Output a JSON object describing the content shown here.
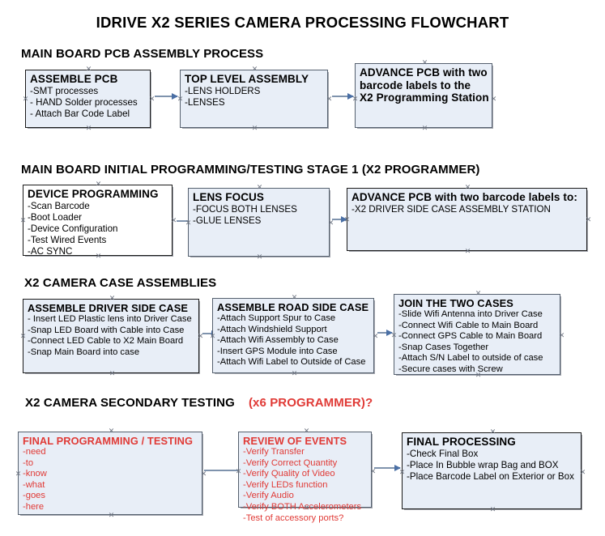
{
  "document": {
    "title": "IDRIVE X2  SERIES CAMERA PROCESSING FLOWCHART",
    "accent_red": "#e03a36",
    "box_fill": "#e8eef7",
    "box_border": "#1a1a1a",
    "arrow_color": "#7f93ad"
  },
  "sections": [
    {
      "id": "main-board-pcb-assembly",
      "heading": "MAIN BOARD PCB ASSEMBLY PROCESS",
      "heading_suffix": "",
      "boxes": [
        {
          "id": "assemble-pcb",
          "title": "ASSEMBLE PCB",
          "lines": [
            "-SMT processes",
            "- HAND Solder processes",
            "- Attach Bar Code Label"
          ]
        },
        {
          "id": "top-level-assembly",
          "title": "TOP LEVEL ASSEMBLY",
          "lines": [
            "-LENS HOLDERS",
            "-LENSES"
          ]
        },
        {
          "id": "advance-pcb-to-x2-programming-station",
          "title": "ADVANCE PCB with two",
          "lines": [
            "barcode labels to the",
            " X2 Programming Station"
          ]
        }
      ]
    },
    {
      "id": "main-board-initial-programming",
      "heading": "MAIN BOARD INITIAL PROGRAMMING/TESTING STAGE 1 (X2 PROGRAMMER)",
      "heading_suffix": "",
      "boxes": [
        {
          "id": "device-programming",
          "title": "DEVICE PROGRAMMING",
          "lines": [
            "-Scan Barcode",
            "-Boot Loader",
            "-Device Configuration",
            "-Test Wired Events",
            "-AC SYNC"
          ]
        },
        {
          "id": "lens-focus",
          "title": "LENS FOCUS",
          "lines": [
            "-FOCUS BOTH LENSES",
            "-GLUE LENSES"
          ]
        },
        {
          "id": "advance-pcb-to-driver-side-case",
          "title": "ADVANCE PCB with two barcode labels to:",
          "lines": [
            "-X2 DRIVER  SIDE  CASE  ASSEMBLY STATION"
          ]
        }
      ]
    },
    {
      "id": "x2-camera-case-assemblies",
      "heading": "X2 CAMERA CASE ASSEMBLIES",
      "heading_suffix": "",
      "boxes": [
        {
          "id": "assemble-driver-side-case",
          "title": "ASSEMBLE DRIVER SIDE CASE",
          "lines": [
            "- Insert LED Plastic lens into Driver Case",
            "-Snap LED Board with Cable into Case",
            "-Connect LED Cable to X2 Main Board",
            "-Snap Main Board into case"
          ]
        },
        {
          "id": "assemble-road-side-case",
          "title": "ASSEMBLE ROAD SIDE CASE",
          "lines": [
            "-Attach Support Spur to Case",
            "-Attach Windshield Support",
            "-Attach Wifi Assembly to Case",
            "-Insert GPS Module into Case",
            "-Attach Wifi Label to Outside of Case"
          ]
        },
        {
          "id": "join-the-two-cases",
          "title": "JOIN THE TWO CASES",
          "lines": [
            "-Slide Wifi Antenna into Driver Case",
            "-Connect Wifi Cable to Main Board",
            "-Connect GPS Cable to Main Board",
            "-Snap Cases Together",
            "-Attach S/N Label to outside of case",
            "-Secure cases with Screw"
          ]
        }
      ]
    },
    {
      "id": "x2-camera-secondary-testing",
      "heading": "X2 CAMERA SECONDARY TESTING",
      "heading_suffix": "(x6 PROGRAMMER)?",
      "boxes": [
        {
          "id": "final-programming-testing",
          "title": "FINAL PROGRAMMING / TESTING",
          "lines": [
            "-need",
            "-to",
            "-know",
            "-what",
            "-goes",
            "-here"
          ]
        },
        {
          "id": "review-of-events",
          "title": "REVIEW OF EVENTS",
          "lines": [
            "-Verify Transfer",
            "-Verify Correct Quantity",
            "-Verify Quality of Video",
            "-Verify LEDs function",
            "-Verify Audio",
            "-Verify BOTH Accelerometers",
            "-Test of accessory ports?"
          ]
        },
        {
          "id": "final-processing",
          "title": "FINAL PROCESSING",
          "lines": [
            " -Check Final Box",
            "-Place In Bubble wrap Bag and BOX",
            "-Place Barcode Label on Exterior or Box"
          ]
        }
      ]
    }
  ]
}
